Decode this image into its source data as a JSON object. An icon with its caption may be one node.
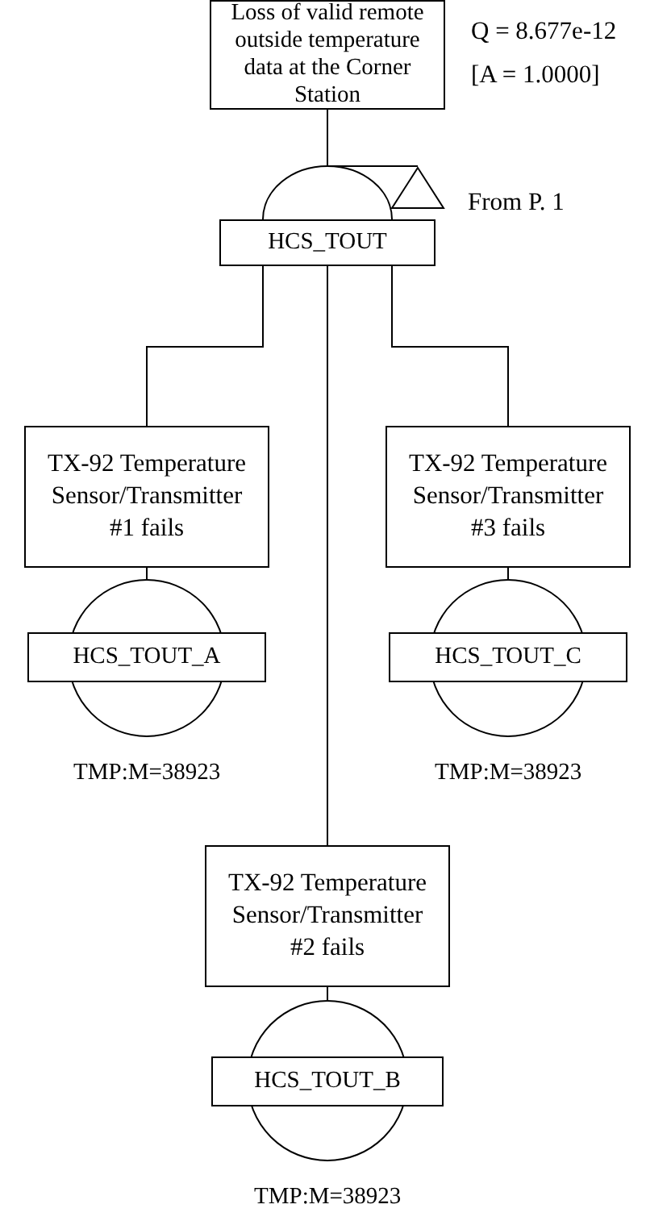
{
  "diagram": {
    "nodes": [
      {
        "text": [
          "Loss of valid remote outside temperature data at the Corner Station"
        ]
      },
      {
        "text": [
          "HCS_TOUT"
        ]
      },
      {
        "text": [
          "TX-92 Temperature Sensor/Transmitter #1 fails"
        ]
      },
      {
        "text": [
          "HCS_TOUT_A"
        ],
        "beside": [
          "TMP:M=38923"
        ]
      },
      {
        "text": [
          "TX-92 Temperature Sensor/Transmitter #3 fails"
        ]
      },
      {
        "text": [
          "HCS_TOUT_C"
        ],
        "beside": [
          "TMP:M=38923"
        ]
      },
      {
        "text": [
          "TX-92 Temperature Sensor/Transmitter #2 fails"
        ]
      },
      {
        "text": [
          "HCS_TOUT_B"
        ],
        "beside": [
          "TMP:M=38923"
        ]
      }
    ],
    "edges": [
      {
        "from": 0,
        "to": 1,
        "arrow": "none"
      },
      {
        "from": 1,
        "to": 2,
        "arrow": "none"
      },
      {
        "from": 1,
        "to": 4,
        "arrow": "none"
      },
      {
        "from": 1,
        "to": 6,
        "arrow": "none"
      },
      {
        "from": 2,
        "to": 3,
        "arrow": "none"
      },
      {
        "from": 4,
        "to": 5,
        "arrow": "none"
      },
      {
        "from": 6,
        "to": 7,
        "arrow": "none"
      }
    ],
    "labels": [
      "Q = 8.677e-12",
      "[A = 1.0000]",
      "From P. 1"
    ]
  }
}
